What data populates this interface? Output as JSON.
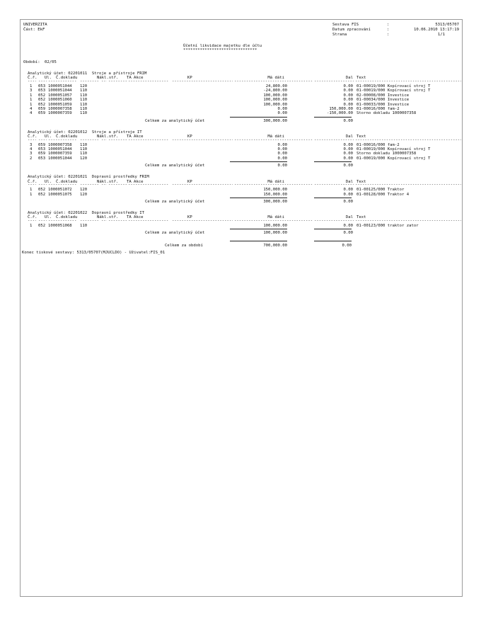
{
  "header": {
    "org_line1": "UNIVERZITA",
    "org_line2": "Část: EkF",
    "right_labels": [
      "Sestava FIS",
      "Datum zpracování",
      "Strana"
    ],
    "right_values": [
      "5313/05707",
      "10.06.2010 13:17:19",
      "1/1"
    ],
    "title": "Účetní likvidace majetku dle účtu",
    "title_underline": "*******************************",
    "period_label": "Období:",
    "period_value": "02/05"
  },
  "columns": {
    "cr": "Č.ř.",
    "ul": "Ul.",
    "doc": "Č.dokladu",
    "naklstr": "Nákl.stř.",
    "ta": "TA",
    "akce": "Akce",
    "kp": "KP",
    "md": "Má dáti",
    "dal": "Dal",
    "text": "Text"
  },
  "subtotal_label": "Celkem za analytický účet",
  "sections": [
    {
      "title": "Analytický účet: 02201011  Stroje a přístroje FRIM",
      "rows": [
        {
          "cr": "1",
          "ul": "053",
          "doc": "1000051044",
          "ns": "120",
          "md": "24,800.00",
          "dal": "0.00",
          "text": "01-00019/000 Kopírovací stroj T"
        },
        {
          "cr": "3",
          "ul": "053",
          "doc": "1000051044",
          "ns": "110",
          "md": "-24,800.00",
          "dal": "0.00",
          "text": "01-00019/000 Kopírovací stroj T"
        },
        {
          "cr": "1",
          "ul": "052",
          "doc": "1000051057",
          "ns": "110",
          "md": "100,000.00",
          "dal": "0.00",
          "text": "02-00008/000 Investice"
        },
        {
          "cr": "1",
          "ul": "052",
          "doc": "1000051060",
          "ns": "110",
          "md": "100,000.00",
          "dal": "0.00",
          "text": "01-00034/000 Investice"
        },
        {
          "cr": "1",
          "ul": "052",
          "doc": "1000051059",
          "ns": "110",
          "md": "100,000.00",
          "dal": "0.00",
          "text": "01-00033/000 Investice"
        },
        {
          "cr": "4",
          "ul": "059",
          "doc": "1000007358",
          "ns": "110",
          "md": "0.00",
          "dal": "150,000.00",
          "text": "01-00016/000 fam-2"
        },
        {
          "cr": "4",
          "ul": "059",
          "doc": "1000007359",
          "ns": "110",
          "md": "0.00",
          "dal": "-150,000.00",
          "text": "Storno dokladu 1000007358"
        }
      ],
      "total_md": "300,000.00",
      "total_dal": "0.00"
    },
    {
      "title": "Analytický účet: 02201012  Stroje a přístroje IT",
      "rows": [
        {
          "cr": "3",
          "ul": "059",
          "doc": "1000007358",
          "ns": "110",
          "md": "0.00",
          "dal": "0.00",
          "text": "01-00016/000 fam-2"
        },
        {
          "cr": "4",
          "ul": "053",
          "doc": "1000051044",
          "ns": "110",
          "md": "0.00",
          "dal": "0.00",
          "text": "01-00019/000 Kopírovací stroj T"
        },
        {
          "cr": "3",
          "ul": "059",
          "doc": "1000007359",
          "ns": "110",
          "md": "0.00",
          "dal": "0.00",
          "text": "Storno dokladu 1000007358"
        },
        {
          "cr": "2",
          "ul": "053",
          "doc": "1000051044",
          "ns": "120",
          "md": "0.00",
          "dal": "0.00",
          "text": "01-00019/000 Kopírovací stroj T"
        }
      ],
      "total_md": "0.00",
      "total_dal": "0.00"
    },
    {
      "title": "Analytický účet: 02201021  Dopravní prostředky FRIM",
      "rows": [
        {
          "cr": "1",
          "ul": "052",
          "doc": "1000051072",
          "ns": "120",
          "md": "150,000.00",
          "dal": "0.00",
          "text": "01-00125/000 Traktor"
        },
        {
          "cr": "1",
          "ul": "052",
          "doc": "1000051075",
          "ns": "120",
          "md": "150,000.00",
          "dal": "0.00",
          "text": "01-00128/000 Traktor 4"
        }
      ],
      "total_md": "300,000.00",
      "total_dal": "0.00"
    },
    {
      "title": "Analytický účet: 02201022  Dopravní prostředky IT",
      "rows": [
        {
          "cr": "1",
          "ul": "052",
          "doc": "1000051068",
          "ns": "110",
          "md": "100,000.00",
          "dal": "0.00",
          "text": "01-00123/000 traktor zator"
        }
      ],
      "total_md": "100,000.00",
      "total_dal": "0.00"
    }
  ],
  "period_total": {
    "label": "Celkem za období",
    "md": "700,000.00",
    "dal": "0.00"
  },
  "footer": "Konec tiskové sestavy: 5313/05707(MJUCLDO) - Uživatel:FIS_01"
}
